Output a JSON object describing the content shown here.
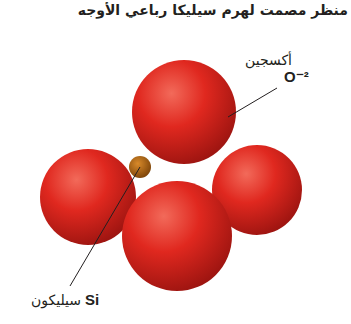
{
  "diagram": {
    "title": "منظر مصمت لهرم سيليكا رباعي الأوجه",
    "labels": [
      "أكسجين",
      "O⁻²",
      "سيليكون",
      "Si"
    ]
  }
}
